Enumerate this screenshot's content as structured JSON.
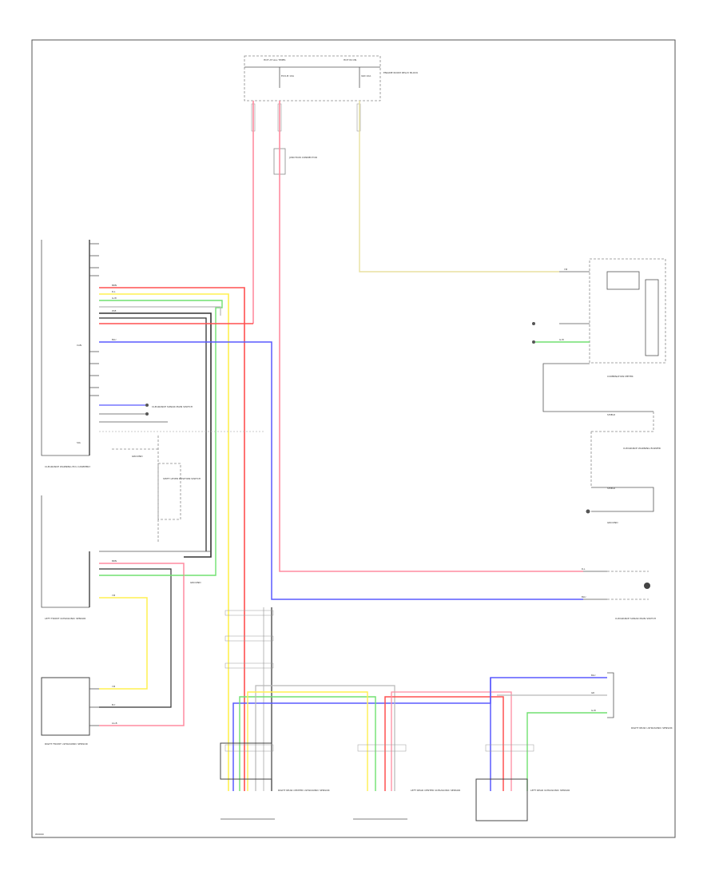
{
  "colors": {
    "red": "#ff5050",
    "pink": "#ff8ca0",
    "yellow": "#fff050",
    "green": "#70e070",
    "blue": "#5a5aff",
    "gray": "#b8b8b8",
    "cream": "#e8e0a0",
    "black": "#333333"
  },
  "labels": {
    "footer": "W0000",
    "fuse_box": "HOT AT ALL TIMES",
    "fuse_box_right": "HOT IN ON",
    "junction": "ENGINE ROOM RELAY BLOCK",
    "fuse_a": "ECU-B 10A",
    "fuse_b": "IGN 10A",
    "joint_connector": "JUNCTION CONNECTOR",
    "clearance_ecu": "CLEARANCE WARNING ECU ASSEMBLY",
    "front_left_sensor": "LEFT FRONT ULTRASONIC SENSOR",
    "front_right_sensor": "RIGHT FRONT ULTRASONIC SENSOR",
    "rear_right_center": "RIGHT REAR CENTER ULTRASONIC SENSOR",
    "rear_left_center": "LEFT REAR CENTER ULTRASONIC SENSOR",
    "rear_left": "LEFT REAR ULTRASONIC SENSOR",
    "rear_right": "RIGHT REAR ULTRASONIC SENSOR",
    "combination_meter": "COMBINATION METER",
    "clearance_buzzer": "CLEARANCE WARNING BUZZER",
    "main_switch": "CLEARANCE SONAR MAIN SWITCH",
    "shift_lever": "SHIFT LEVER POSITION SWITCH",
    "ground_a": "GROUND",
    "ground_b": "GROUND",
    "ecu_sig": "SIG",
    "ecu_can": "CAN",
    "wire_codes": [
      "BRN",
      "W-B",
      "LG-B",
      "B-Y",
      "R-L",
      "Y-B",
      "G-W",
      "GR",
      "BLU",
      "SHIELD"
    ]
  }
}
